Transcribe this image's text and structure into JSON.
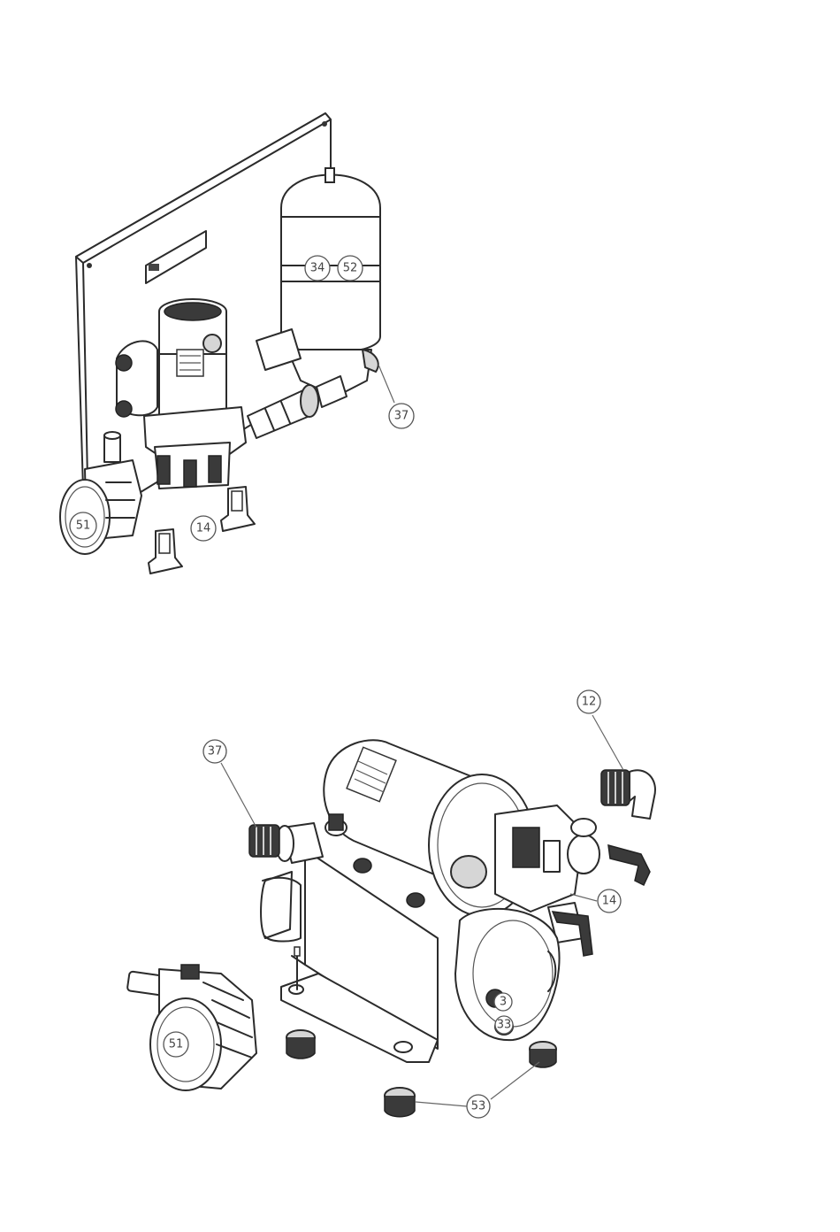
{
  "top_view": {
    "callouts": {
      "c34": "34",
      "c52": "52",
      "c37": "37",
      "c51": "51",
      "c14": "14"
    }
  },
  "bottom_view": {
    "callouts": {
      "c37": "37",
      "c12": "12",
      "c14": "14",
      "c51": "51",
      "c53": "53",
      "c3": "3",
      "c33": "33"
    }
  }
}
